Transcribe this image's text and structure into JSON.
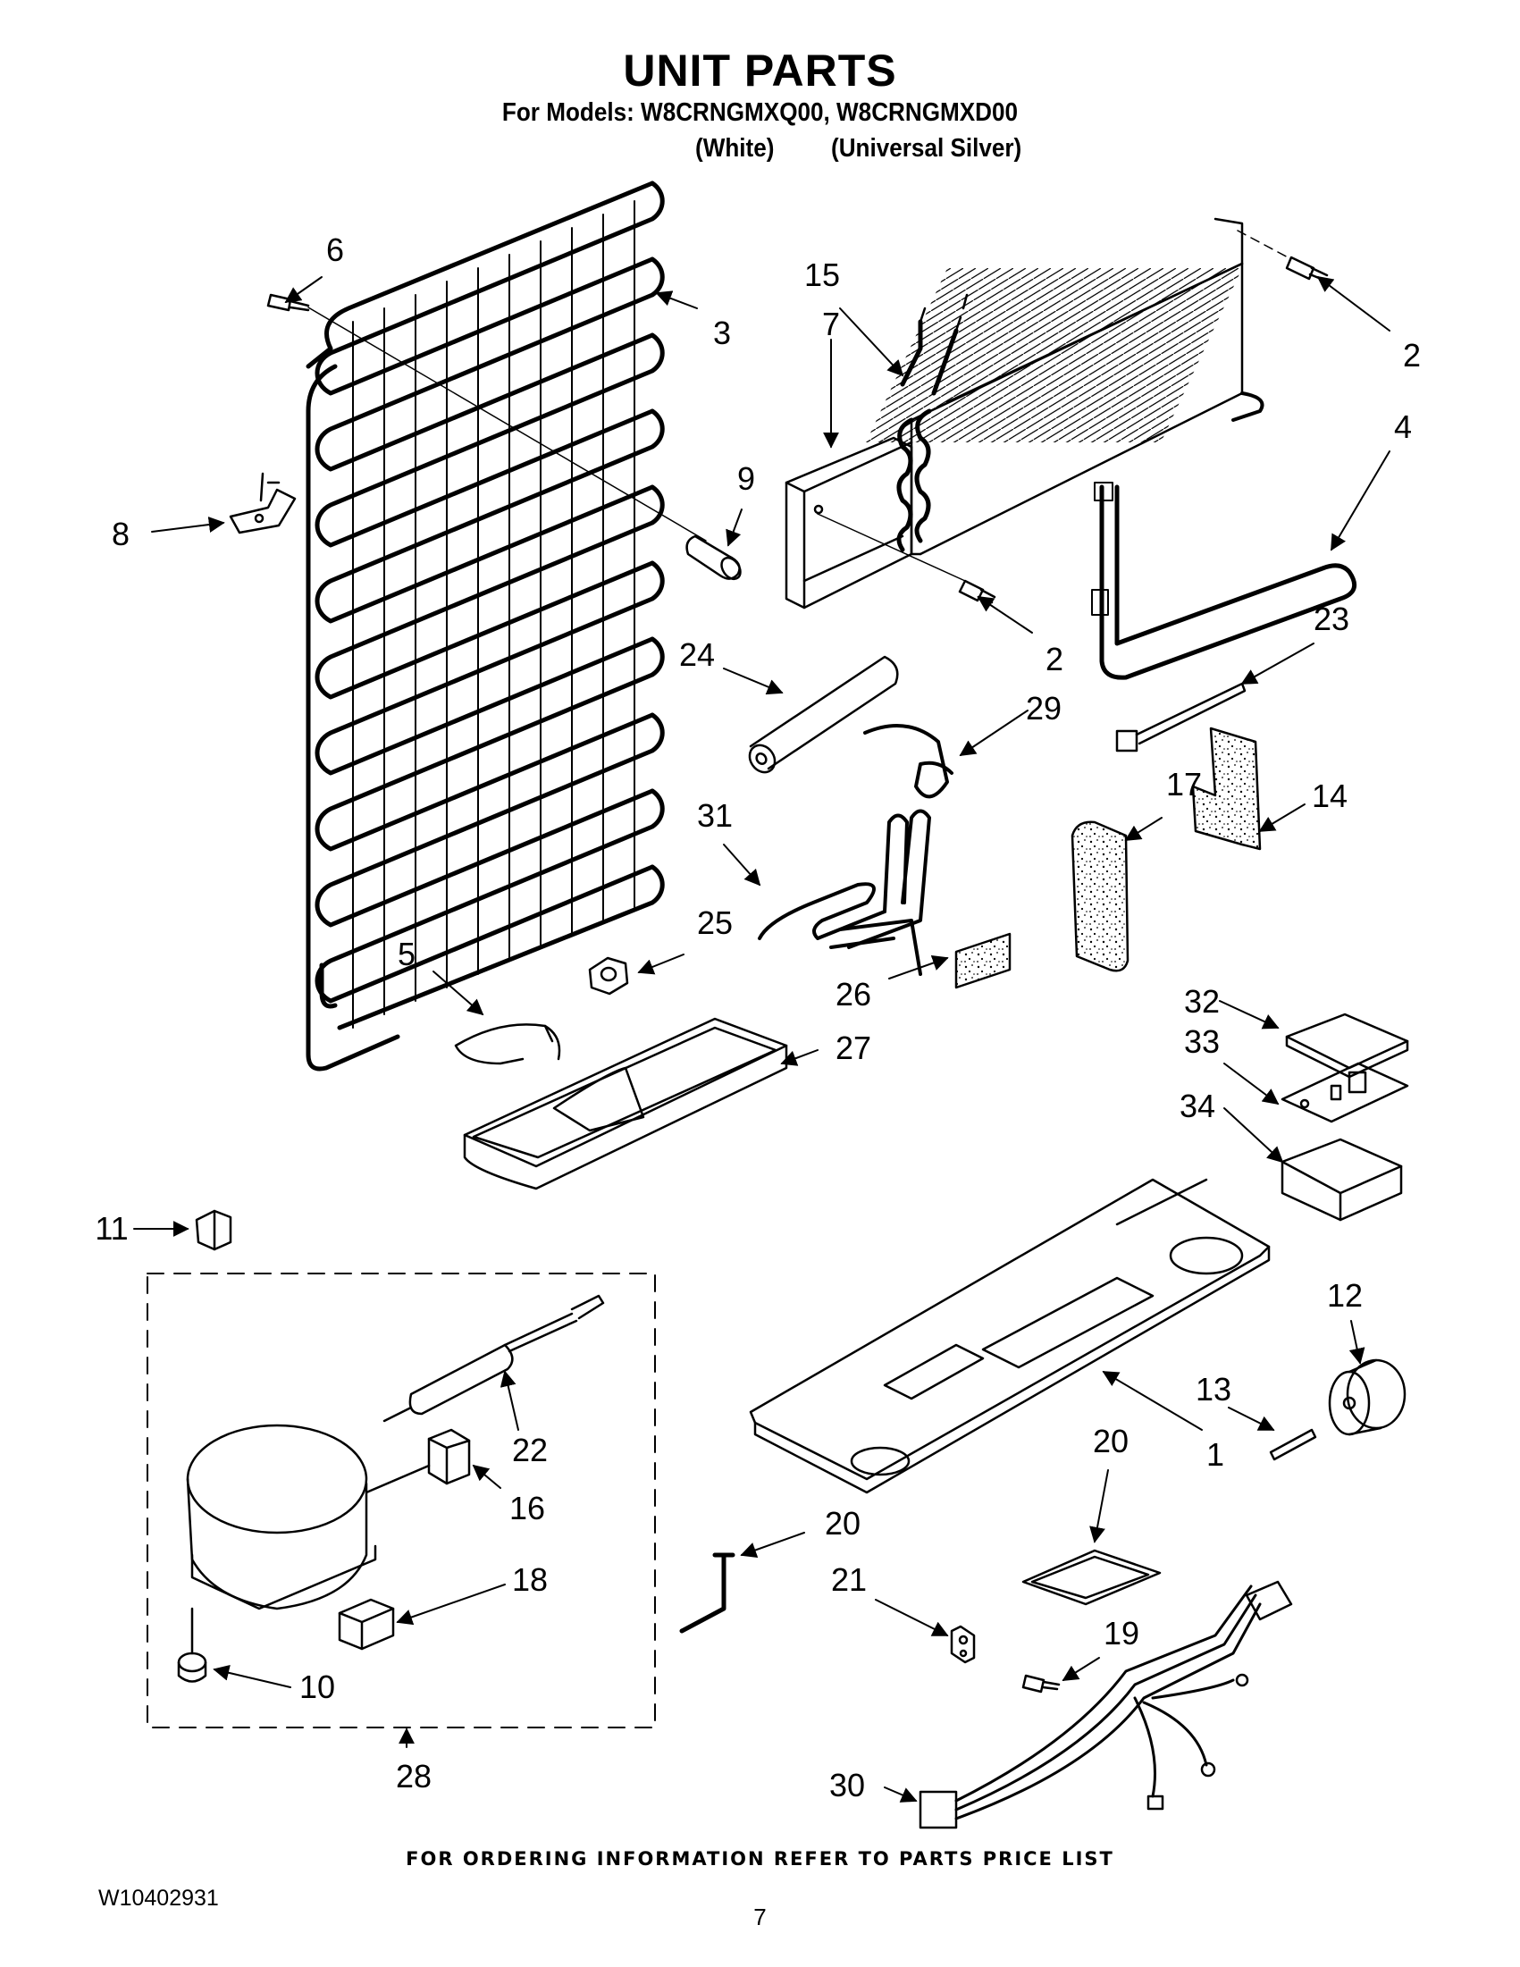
{
  "header": {
    "title": "UNIT PARTS",
    "models_line": "For Models: W8CRNGMXQ00, W8CRNGMXD00",
    "variant_1": "(White)",
    "variant_2": "(Universal Silver)"
  },
  "callouts": {
    "c1": "1",
    "c2a": "2",
    "c2b": "2",
    "c3": "3",
    "c4": "4",
    "c5": "5",
    "c6": "6",
    "c7": "7",
    "c8": "8",
    "c9": "9",
    "c10": "10",
    "c11": "11",
    "c12": "12",
    "c13": "13",
    "c14": "14",
    "c15": "15",
    "c16": "16",
    "c17": "17",
    "c18": "18",
    "c19": "19",
    "c20a": "20",
    "c20b": "20",
    "c21": "21",
    "c22": "22",
    "c23": "23",
    "c24": "24",
    "c25": "25",
    "c26": "26",
    "c27": "27",
    "c28": "28",
    "c29": "29",
    "c30": "30",
    "c31": "31",
    "c32": "32",
    "c33": "33",
    "c34": "34"
  },
  "footer": {
    "note": "FOR ORDERING INFORMATION REFER TO PARTS PRICE LIST",
    "doc_number": "W10402931",
    "page_number": "7"
  }
}
